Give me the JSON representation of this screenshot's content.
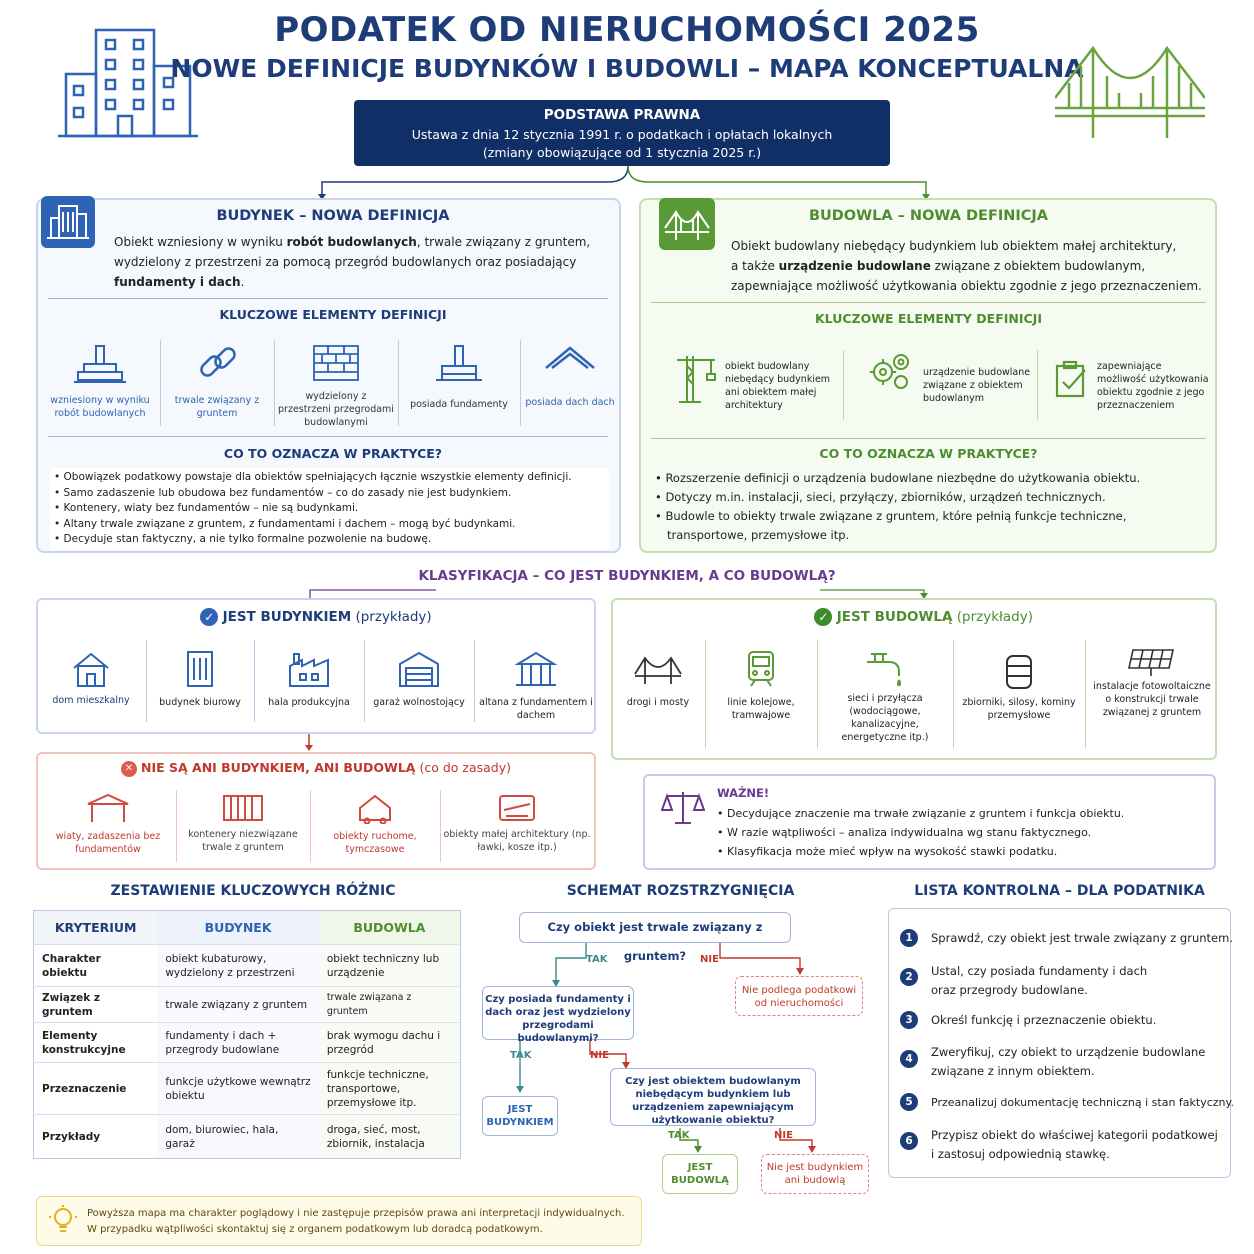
{
  "header": {
    "title": "PODATEK OD NIERUCHOMOŚCI 2025",
    "subtitle": "NOWE DEFINICJE BUDYNKÓW I BUDOWLI – MAPA KONCEPTUALNA"
  },
  "legal": {
    "heading": "PODSTAWA PRAWNA",
    "line1": "Ustawa z dnia 12 stycznia 1991 r. o podatkach i opłatach lokalnych",
    "line2": "(zmiany obowiązujące od 1 stycznia 2025 r.)"
  },
  "budynek": {
    "title": "BUDYNEK – NOWA DEFINICJA",
    "def_1": "Obiekt wzniesiony w wyniku ",
    "def_1b": "robót budowlanych",
    "def_2": ", trwale związany z gruntem,",
    "def_3": "wydzielony z przestrzeni za pomocą przegród budowlanych oraz posiadający",
    "def_4": "fundamenty i dach",
    "def_5": ".",
    "key_title": "KLUCZOWE ELEMENTY DEFINICJI",
    "elements": [
      "wzniesiony w wyniku robót budowlanych",
      "trwale związany z gruntem",
      "wydzielony z przestrzeni przegrodami budowlanymi",
      "posiada fundamenty",
      "posiada dach dach"
    ],
    "practice_title": "CO TO OZNACZA W PRAKTYCE?",
    "practice": [
      "Obowiązek podatkowy powstaje dla obiektów spełniających łącznie wszystkie elementy definicji.",
      "Samo zadaszenie lub obudowa bez fundamentów – co do zasady nie jest budynkiem.",
      "Kontenery, wiaty bez fundamentów – nie są budynkami.",
      "Altany trwale związane z gruntem, z fundamentami i dachem – mogą być budynkami.",
      "Decyduje stan faktyczny, a nie tylko formalne pozwolenie na budowę."
    ]
  },
  "budowla": {
    "title": "BUDOWLA – NOWA DEFINICJA",
    "def_1": "Obiekt budowlany niebędący budynkiem lub obiektem małej architektury,",
    "def_2a": "a także ",
    "def_2b": "urządzenie budowlane",
    "def_2c": " związane z obiektem budowlanym,",
    "def_3": "zapewniające możliwość użytkowania obiektu zgodnie z jego przeznaczeniem.",
    "key_title": "KLUCZOWE ELEMENTY DEFINICJI",
    "elements": [
      "obiekt budowlany niebędący budynkiem ani obiektem małej architektury",
      "urządzenie budowlane związane z obiektem budowlanym",
      "zapewniające możliwość użytkowania obiektu zgodnie z jego przeznaczeniem"
    ],
    "practice_title": "CO TO OZNACZA W PRAKTYCE?",
    "practice": [
      "Rozszerzenie definicji o urządzenia budowlane niezbędne do użytkowania obiektu.",
      "Dotyczy m.in. instalacji, sieci, przyłączy, zbiorników, urządzeń technicznych.",
      "Budowle to obiekty trwale związane z gruntem, które pełnią funkcje techniczne,",
      "transportowe, przemysłowe itp."
    ]
  },
  "klasyfikacja": {
    "title": "KLASYFIKACJA – CO JEST BUDYNKIEM, A CO BUDOWLĄ?",
    "jest_budynkiem": "JEST BUDYNKIEM",
    "jest_budowla": "JEST BUDOWLĄ",
    "przyklady": "(przykłady)",
    "budynki": [
      "dom mieszkalny",
      "budynek biurowy",
      "hala produkcyjna",
      "garaż wolnostojący",
      "altana z fundamentem i dachem"
    ],
    "budowle": [
      "drogi i mosty",
      "linie kolejowe, tramwajowe",
      "sieci i przyłącza (wodociągowe, kanalizacyjne, energetyczne itp.)",
      "zbiorniki, silosy, kominy przemysłowe",
      "instalacje fotowoltaiczne o konstrukcji trwale związanej z gruntem"
    ],
    "neither_title": "NIE SĄ ANI BUDYNKIEM, ANI BUDOWLĄ",
    "neither_note": "(co do zasady)",
    "neither": [
      "wiaty, zadaszenia bez fundamentów",
      "kontenery niezwiązane trwale z gruntem",
      "obiekty ruchome, tymczasowe",
      "obiekty małej architektury (np. ławki, kosze itp.)"
    ]
  },
  "wazne": {
    "title": "WAŻNE!",
    "items": [
      "Decydujące znaczenie ma trwałe związanie z gruntem i funkcja obiektu.",
      "W razie wątpliwości – analiza indywidualna wg stanu faktycznego.",
      "Klasyfikacja może mieć wpływ na wysokość stawki podatku."
    ]
  },
  "zestawienie": {
    "title": "ZESTAWIENIE KLUCZOWYCH RÓŻNIC",
    "headers": [
      "KRYTERIUM",
      "BUDYNEK",
      "BUDOWLA"
    ],
    "rows": [
      [
        "Charakter obiektu",
        "obiekt kubaturowy, wydzielony z przestrzeni",
        "obiekt techniczny lub urządzenie"
      ],
      [
        "Związek z gruntem",
        "trwale związany z gruntem",
        "trwale związana z gruntem"
      ],
      [
        "Elementy konstrukcyjne",
        "fundamenty i dach + przegrody budowlane",
        "brak wymogu dachu i przegród"
      ],
      [
        "Przeznaczenie",
        "funkcje użytkowe wewnątrz obiektu",
        "funkcje techniczne, transportowe, przemysłowe itp."
      ],
      [
        "Przykłady",
        "dom, biurowiec, hala, garaż",
        "droga, sieć, most, zbiornik, instalacja"
      ]
    ]
  },
  "schemat": {
    "title": "SCHEMAT ROZSTRZYGNIĘCIA",
    "q1": "Czy obiekt jest trwale związany z gruntem?",
    "tak": "TAK",
    "nie": "NIE",
    "no_tax": "Nie podlega podatkowi od nieruchomości",
    "q2": "Czy posiada fundamenty i dach oraz jest wydzielony przegrodami budowlanymi?",
    "jest_budynkiem": "JEST BUDYNKIEM",
    "q3": "Czy jest obiektem budowlanym niebędącym budynkiem lub urządzeniem zapewniającym użytkowanie obiektu?",
    "jest_budowla": "JEST BUDOWLĄ",
    "neither": "Nie jest budynkiem ani budowlą"
  },
  "lista": {
    "title": "LISTA KONTROLNA – DLA PODATNIKA",
    "items": [
      [
        "Sprawdź, czy obiekt jest trwale związany z gruntem."
      ],
      [
        "Ustal, czy posiada fundamenty i dach",
        "oraz przegrody budowlane."
      ],
      [
        "Określ funkcję i przeznaczenie obiektu."
      ],
      [
        "Zweryfikuj, czy obiekt to urządzenie budowlane",
        "związane z innym obiektem."
      ],
      [
        "Przeanalizuj dokumentację techniczną i stan faktyczny."
      ],
      [
        "Przypisz obiekt do właściwej kategorii podatkowej",
        "i zastosuj odpowiednią stawkę."
      ]
    ],
    "numbers": [
      "1",
      "2",
      "3",
      "4",
      "5",
      "6"
    ]
  },
  "footer": {
    "line1": "Powyższa mapa ma charakter poglądowy i nie zastępuje przepisów prawa ani interpretacji indywidualnych.",
    "line2": "W przypadku wątpliwości skontaktuj się z organem podatkowym lub doradcą podatkowym."
  },
  "colors": {
    "navy": "#1d3c78",
    "green": "#4e8d2f",
    "purple": "#6a3a8e",
    "red": "#c0392b"
  },
  "icons": [
    "building-icon",
    "bridge-icon",
    "crane-icon",
    "gears-icon",
    "checklist-icon",
    "house-icon",
    "factory-icon",
    "garage-icon",
    "gazebo-icon",
    "train-icon",
    "tap-icon",
    "tank-icon",
    "solar-panel-icon",
    "scale-icon",
    "lightbulb-icon"
  ]
}
